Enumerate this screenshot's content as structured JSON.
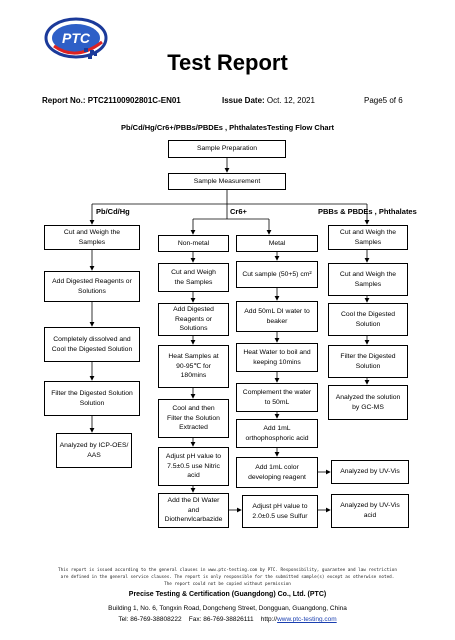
{
  "header": {
    "logo_text": "PTC",
    "title": "Test Report",
    "report_no_label": "Report No.:",
    "report_no": "PTC21100902801C-EN01",
    "issue_date_label": "Issue Date:",
    "issue_date": "Oct. 12, 2021",
    "page": "Page5 of 6"
  },
  "flowchart": {
    "title": "Pb/Cd/Hg/Cr6+/PBBs/PBDEs , PhthalatesTesting Flow Chart",
    "top": [
      "Sample Preparation",
      "Sample Measurement"
    ],
    "columns": {
      "pbcdhg": "Pb/Cd/Hg",
      "cr6": "Cr6+",
      "pbb": "PBBs & PBDEs , Phthalates"
    },
    "pbcdhg_steps": [
      "Cut and Weigh the\nSamples",
      "Add Digested Reagents or\nSolutions",
      "Completely dissolved and\nCool the Digested Solution",
      "Filter the Digested Solution\nSolution",
      "Analyzed by ICP-OES/\nAAS"
    ],
    "nonmetal_steps": [
      "Non-metal",
      "Cut and Weigh\nthe Samples",
      "Add Digested\nReagents or\nSolutions",
      "Heat Samples at\n90-95℃ for\n180mins",
      "Cool and then\nFilter the Solution\nExtracted",
      "Adjust pH value to\n7.5±0.5 use Nitric\nacid",
      "Add the DI Water\nand\nDiothenvlcarbazide"
    ],
    "metal_steps": [
      "Metal",
      "Cut sample (50+5) cm²",
      "Add 50mL DI water to\nbeaker",
      "Heat Water to boil and\nkeeping 10mins",
      "Complement the water\nto 50mL",
      "Add 1mL\northophosphoric acid",
      "Add 1mL color\ndeveloping reagent",
      "Adjust pH value to\n2.0±0.5 use Sulfur"
    ],
    "pbb_steps": [
      "Cut and Weigh the\nSamples",
      "Cut and Weigh the\nSamples",
      "Cool the Digested\nSolution",
      "Filter the Digested\nSolution",
      "Analyzed the solution\nby GC-MS"
    ],
    "uv_vis": [
      "Analyzed by UV-Vis",
      "Analyzed by UV-Vis\nacid"
    ]
  },
  "footer": {
    "disclaimer_1": "This report is issued according to the general clauses in www.ptc-testing.com by PTC. Responsibility, guarantee and law restriction",
    "disclaimer_2": "are defined in the general service clauses. The report is only responsible for the submitted sample(s) except as otherwise noted.",
    "disclaimer_3": "The report could not be copied without permission",
    "company": "Precise Testing & Certification (Guangdong) Co., Ltd. (PTC)",
    "address": "Building 1, No. 6, Tongxin Road, Dongcheng Street, Dongguan, Guangdong, China",
    "contact_prefix": "Tel: 86-769-38808222    Fax: 86-769-38826111    http://",
    "website": "www.ptc-testing.com"
  }
}
